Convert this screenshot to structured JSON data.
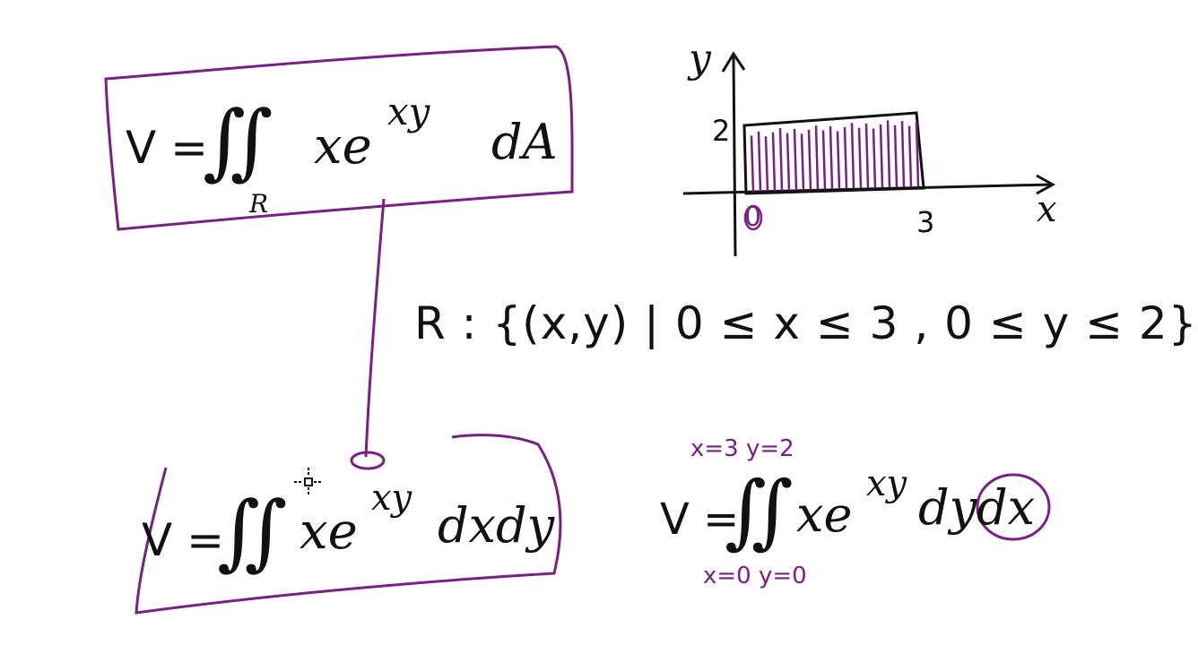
{
  "colors": {
    "ink": "#111111",
    "accent": "#7a1f86",
    "background": "#ffffff"
  },
  "eq_top": {
    "lhs": "V =",
    "integrals": "∬",
    "integrand": "xe",
    "exponent": "xy",
    "differential": "dA",
    "region_sub": "R"
  },
  "graph": {
    "y_label": "y",
    "x_label": "x",
    "y_tick": "2",
    "x_tick": "3",
    "origin": "0"
  },
  "region": "R : {(x,y) | 0 ≤ x ≤ 3 , 0 ≤ y ≤ 2}",
  "eq_bottom_left": {
    "lhs": "V =",
    "integrals": "∬",
    "integrand": "xe",
    "exponent": "xy",
    "differential": "dxdy"
  },
  "eq_bottom_right": {
    "lhs": "V =",
    "integrals": "∬",
    "integrand": "xe",
    "exponent": "xy",
    "differential": "dydx",
    "upper_limits": "x=3 y=2",
    "lower_limits": "x=0 y=0"
  },
  "cursor_icon": "move-cursor-icon"
}
